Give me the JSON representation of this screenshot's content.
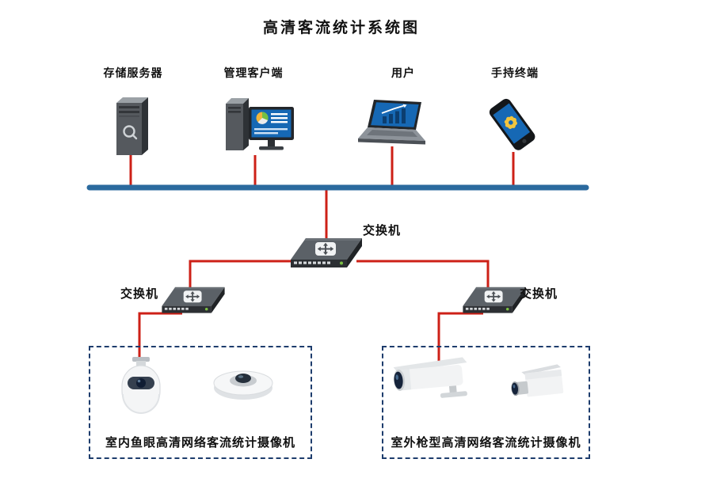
{
  "title": "高清客流统计系统图",
  "top_devices": [
    {
      "label": "存储服务器"
    },
    {
      "label": "管理客户端"
    },
    {
      "label": "用户"
    },
    {
      "label": "手持终端"
    }
  ],
  "switches": {
    "core": {
      "label": "交换机"
    },
    "left": {
      "label": "交换机"
    },
    "right": {
      "label": "交换机"
    }
  },
  "camera_groups": {
    "indoor": {
      "label": "室内鱼眼高清网络客流统计摄像机",
      "cameras": [
        "dome-camera",
        "fisheye-camera"
      ]
    },
    "outdoor": {
      "label": "室外枪型高清网络客流统计摄像机",
      "cameras": [
        "bullet-camera",
        "box-camera"
      ]
    }
  },
  "icons": {
    "storage_server": "server-tower-icon",
    "management_client": "desktop-computer-icon",
    "user": "laptop-icon",
    "handheld_terminal": "smartphone-icon",
    "switch": "network-switch-icon"
  },
  "colors": {
    "bus_line": "#2b6a9e",
    "link_line": "#cd2017",
    "group_box_border": "#1e3d6d",
    "screen_blue": "#1668b4"
  }
}
